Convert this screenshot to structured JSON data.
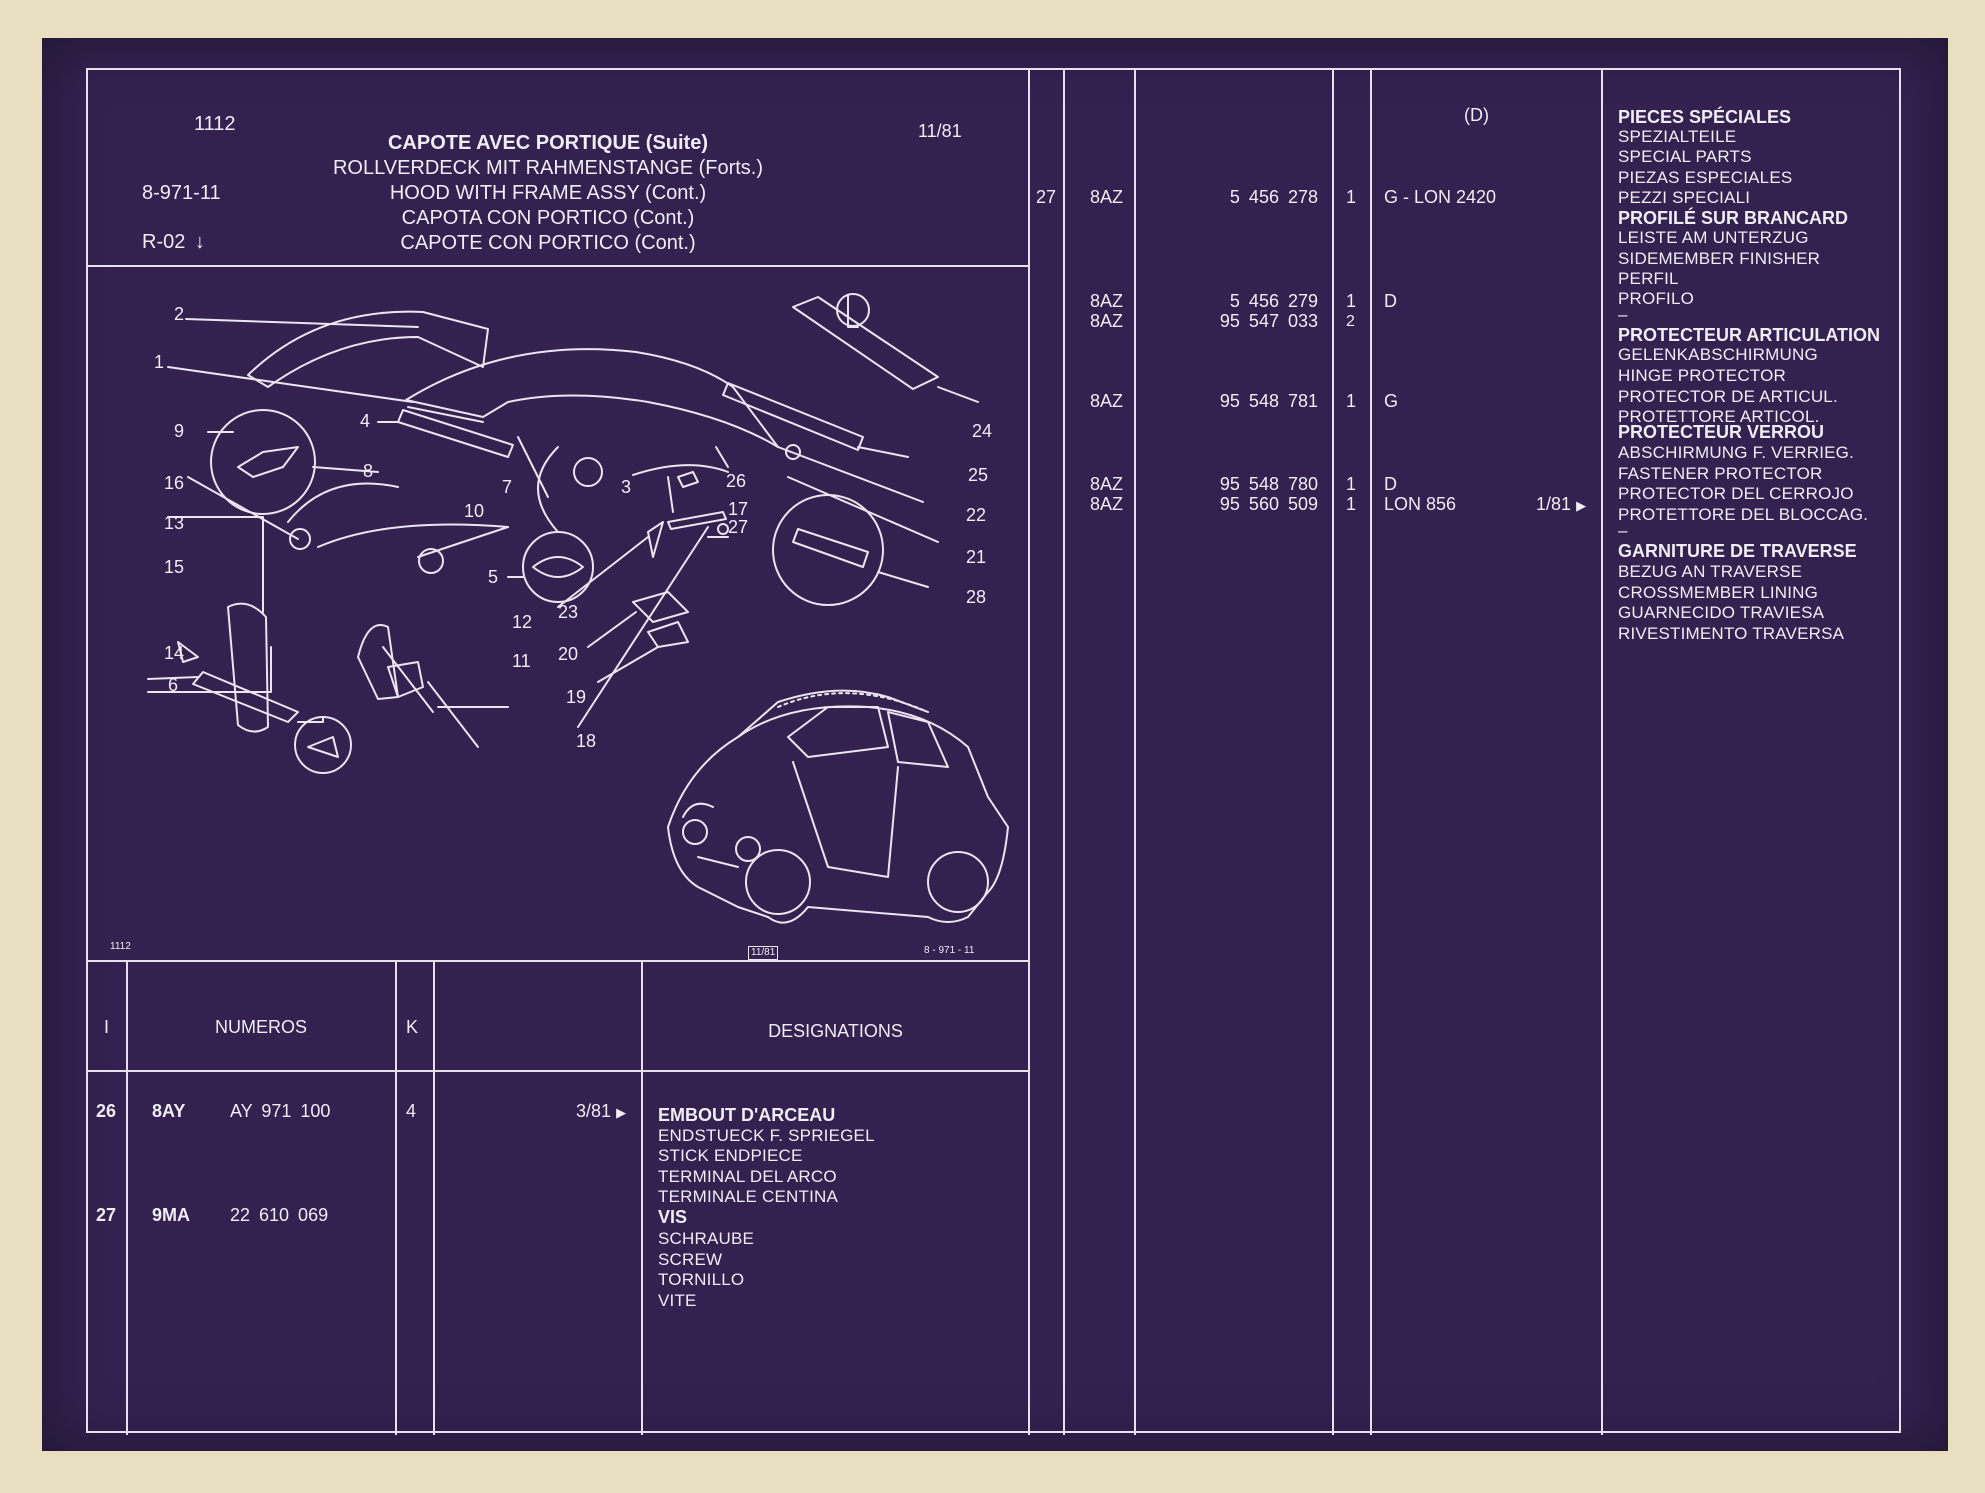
{
  "header": {
    "code_group": "1112",
    "code_ref": "8-971-11",
    "code_rev": "R-02",
    "arrow": "↓",
    "date": "11/81",
    "titles": [
      "CAPOTE AVEC PORTIQUE (Suite)",
      "ROLLVERDECK MIT RAHMENSTANGE (Forts.)",
      "HOOD WITH FRAME ASSY (Cont.)",
      "CAPOTA CON PORTICO (Cont.)",
      "CAPOTE CON PORTICO (Cont.)"
    ]
  },
  "figure": {
    "callouts": [
      "1",
      "2",
      "3",
      "4",
      "5",
      "6",
      "7",
      "8",
      "9",
      "10",
      "11",
      "12",
      "13",
      "14",
      "15",
      "16",
      "17",
      "18",
      "19",
      "20",
      "21",
      "22",
      "23",
      "24",
      "25",
      "26",
      "27",
      "28"
    ],
    "footer_left": "1112",
    "footer_mid": "11/81",
    "footer_right": "8 - 971 - 11"
  },
  "table_header": {
    "col_i": "I",
    "col_numeros": "NUMEROS",
    "col_k": "K",
    "col_designations": "DESIGNATIONS"
  },
  "left_rows": [
    {
      "item": "26",
      "code": "8AY",
      "number": "AY 971 100",
      "qty": "4",
      "date": "3/81",
      "names": [
        "EMBOUT D'ARCEAU",
        "ENDSTUECK F. SPRIEGEL",
        "STICK ENDPIECE",
        "TERMINAL DEL ARCO",
        "TERMINALE CENTINA"
      ]
    },
    {
      "item": "27",
      "code": "9MA",
      "number": "22 610 069",
      "qty": "",
      "date": "",
      "names": [
        "VIS",
        "SCHRAUBE",
        "SCREW",
        "TORNILLO",
        "VITE"
      ]
    }
  ],
  "right_header": {
    "d_label": "(D)",
    "special_titles": [
      "PIECES SPÉCIALES",
      "SPEZIALTEILE",
      "SPECIAL PARTS",
      "PIEZAS ESPECIALES",
      "PEZZI SPECIALI"
    ]
  },
  "right_rows": [
    {
      "item": "27",
      "code": "8AZ",
      "number": "5 456 278",
      "qty": "1",
      "note": "G - LON 2420",
      "date": ""
    },
    {
      "item": "",
      "code": "8AZ",
      "number": "5 456 279",
      "qty": "1",
      "note": "D",
      "date": ""
    },
    {
      "item": "",
      "code": "8AZ",
      "number": "95 547 033",
      "qty": "2",
      "note": "",
      "date": ""
    },
    {
      "item": "",
      "code": "8AZ",
      "number": "95 548 781",
      "qty": "1",
      "note": "G",
      "date": ""
    },
    {
      "item": "",
      "code": "8AZ",
      "number": "95 548 780",
      "qty": "1",
      "note": "D",
      "date": ""
    },
    {
      "item": "",
      "code": "8AZ",
      "number": "95 560 509",
      "qty": "1",
      "note": "LON 856",
      "date": "1/81"
    }
  ],
  "right_designations": [
    {
      "names": [
        "PROFILÉ SUR BRANCARD",
        "LEISTE AM UNTERZUG",
        "SIDEMEMBER FINISHER",
        "PERFIL",
        "PROFILO"
      ]
    },
    {
      "names": [
        "PROTECTEUR ARTICULATION",
        "GELENKABSCHIRMUNG",
        "HINGE PROTECTOR",
        "PROTECTOR DE ARTICUL.",
        "PROTETTORE ARTICOL."
      ]
    },
    {
      "names": [
        "PROTECTEUR VERROU",
        "ABSCHIRMUNG F. VERRIEG.",
        "FASTENER PROTECTOR",
        "PROTECTOR DEL CERROJO",
        "PROTETTORE DEL BLOCCAG."
      ]
    },
    {
      "names": [
        "GARNITURE DE TRAVERSE",
        "BEZUG AN TRAVERSE",
        "CROSSMEMBER LINING",
        "GUARNECIDO TRAVIESA",
        "RIVESTIMENTO TRAVERSA"
      ]
    }
  ],
  "dash": "–",
  "triangle": "▶",
  "colors": {
    "background": "#33214f",
    "ink": "#f2ecf4",
    "paper": "#e7dfc0"
  }
}
